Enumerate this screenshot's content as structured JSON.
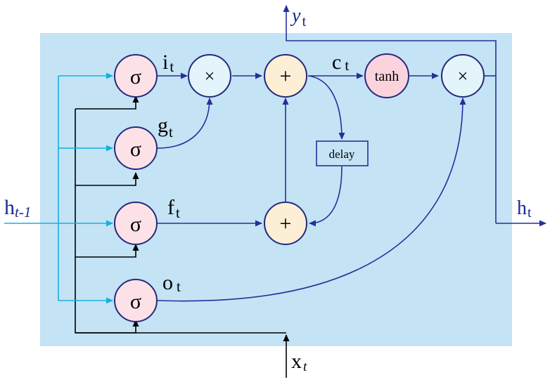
{
  "colors": {
    "panel": "#c4e3f5",
    "sigma_fill": "#fce2e6",
    "mult_fill": "#e3f4fb",
    "add_fill": "#fdefd6",
    "tanh_fill": "#fbd3dc",
    "node_stroke": "#26297e",
    "arrow_main": "#24309a",
    "arrow_input": "#16b0e0",
    "arrow_black": "#000000"
  },
  "gates": {
    "sigma_symbol": "σ",
    "i_label": "i",
    "i_sub": "t",
    "g_label": "g",
    "g_sub": "t",
    "f_label": "f",
    "f_sub": "t",
    "o_label": "o",
    "o_sub": "t"
  },
  "ops": {
    "multiply": "×",
    "add": "+",
    "tanh": "tanh",
    "delay": "delay"
  },
  "state": {
    "c_label": "c",
    "c_sub": "t"
  },
  "io": {
    "h_prev": "h",
    "h_prev_sub": "t-1",
    "x": "x",
    "x_sub": "t",
    "y": "y",
    "y_sub": "t",
    "h_out": "h",
    "h_out_sub": "t"
  }
}
